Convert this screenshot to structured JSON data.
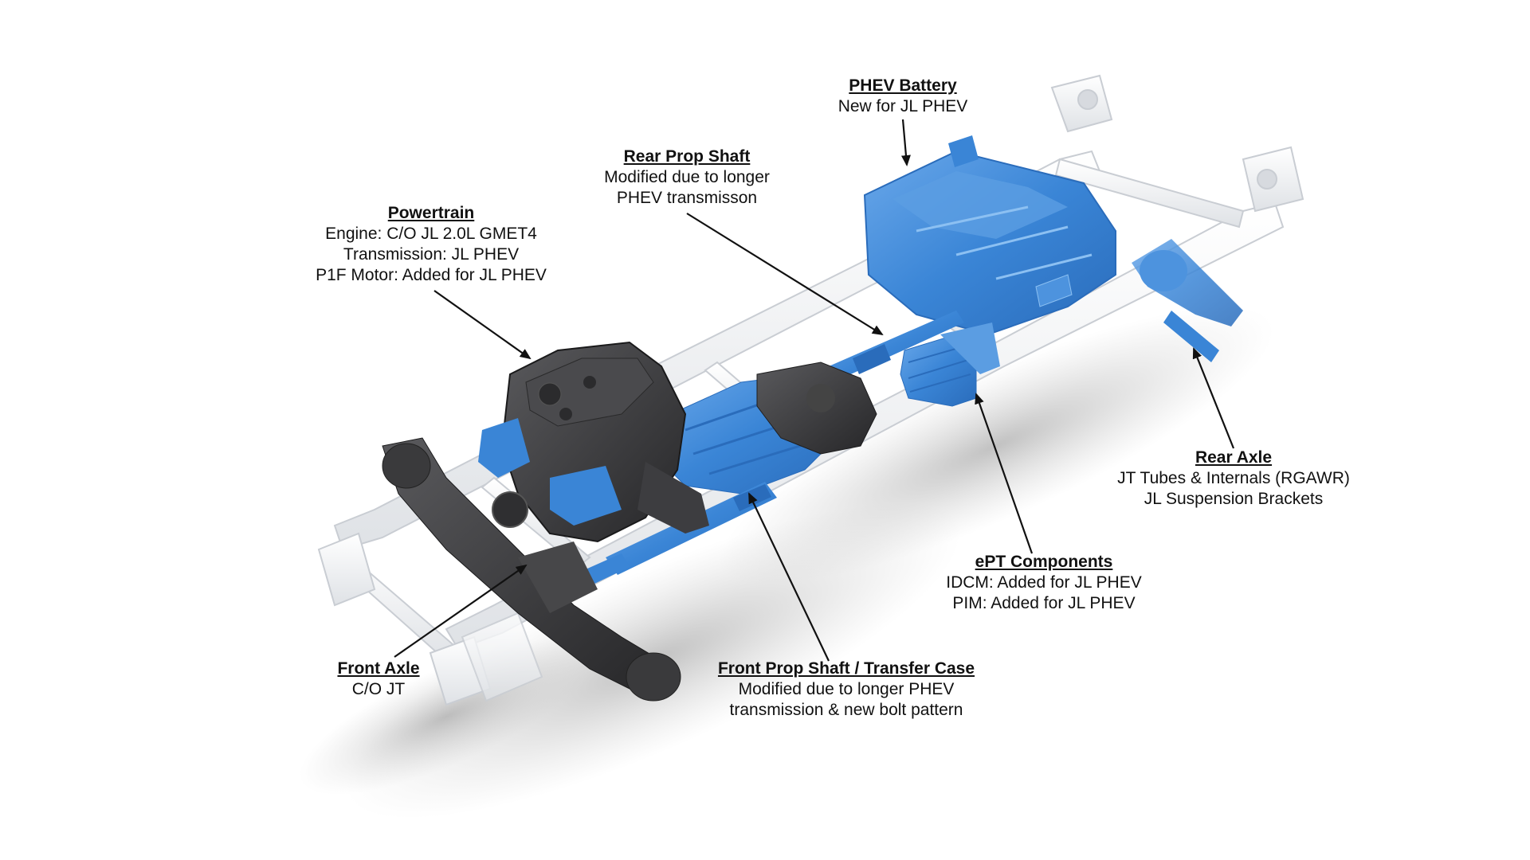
{
  "diagram": {
    "subject": "Jeep JL PHEV chassis and powertrain layout",
    "colors": {
      "background": "#ffffff",
      "highlight_blue": "#3a85d6",
      "highlight_blue_light": "#5b9de2",
      "highlight_blue_dark": "#2a6cbb",
      "engine_dark": "#3a3a3c",
      "frame_white": "#f1f2f4",
      "frame_edge": "#c9cdd3",
      "shadow": "#9a9a9a",
      "text": "#111111",
      "arrow": "#111111"
    },
    "callouts": [
      {
        "id": "phev-battery",
        "title": "PHEV Battery",
        "lines": [
          "New for JL PHEV"
        ]
      },
      {
        "id": "rear-prop-shaft",
        "title": "Rear Prop Shaft",
        "lines": [
          "Modified due to longer",
          "PHEV transmisson"
        ]
      },
      {
        "id": "powertrain",
        "title": "Powertrain",
        "lines": [
          "Engine: C/O JL 2.0L GMET4",
          "Transmission: JL PHEV",
          "P1F Motor: Added for JL PHEV"
        ]
      },
      {
        "id": "rear-axle",
        "title": "Rear Axle",
        "lines": [
          "JT Tubes & Internals (RGAWR)",
          "JL Suspension Brackets"
        ]
      },
      {
        "id": "ept-components",
        "title": "ePT Components",
        "lines": [
          "IDCM: Added for JL PHEV",
          "PIM: Added for JL PHEV"
        ]
      },
      {
        "id": "front-prop-shaft",
        "title": "Front Prop Shaft / Transfer Case",
        "lines": [
          "Modified due to longer PHEV",
          "transmission & new bolt pattern"
        ]
      },
      {
        "id": "front-axle",
        "title": "Front Axle",
        "lines": [
          "C/O JT"
        ]
      }
    ]
  }
}
